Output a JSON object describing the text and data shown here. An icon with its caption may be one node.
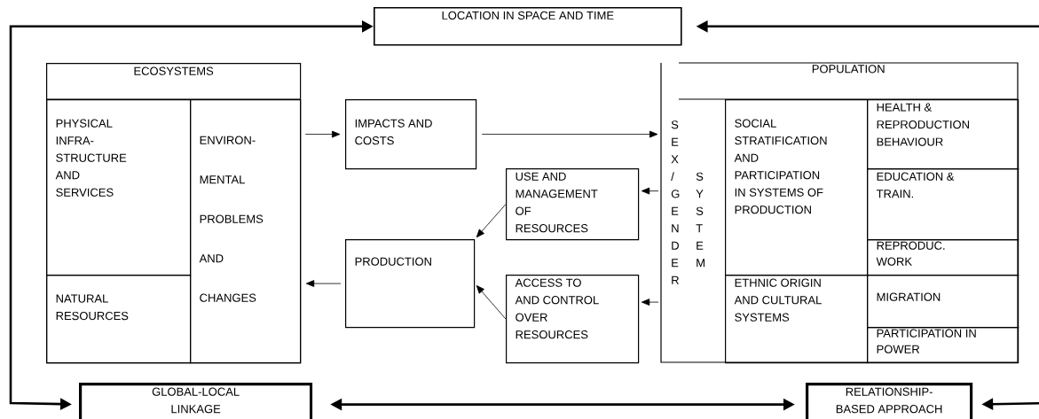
{
  "diagram": {
    "nodes": [
      {
        "text": [
          "LOCATION IN SPACE AND TIME"
        ]
      },
      {
        "text": [
          "ECOSYSTEMS"
        ]
      },
      {
        "text": [
          "PHYSICAL INFRA-STRUCTURE AND SERVICES"
        ],
        "in": 1
      },
      {
        "text": [
          "NATURAL RESOURCES"
        ],
        "in": 1
      },
      {
        "text": [
          "ENVIRON-MENTAL PROBLEMS AND CHANGES"
        ],
        "in": 1
      },
      {
        "text": [
          "IMPACTS AND COSTS"
        ]
      },
      {
        "text": [
          "USE AND MANAGEMENT OF RESOURCES"
        ]
      },
      {
        "text": [
          "PRODUCTION"
        ]
      },
      {
        "text": [
          "ACCESS TO AND CONTROL OVER RESOURCES"
        ]
      },
      {
        "text": [
          "POPULATION"
        ]
      },
      {
        "text": [
          "SEX / GENDER",
          "SYSTEM"
        ],
        "in": 9
      },
      {
        "text": [
          "SOCIAL STRATIFICATION AND PARTICIPATION IN SYSTEMS OF PRODUCTION"
        ],
        "in": 9
      },
      {
        "text": [
          "ETHNIC ORIGIN AND CULTURAL SYSTEMS"
        ],
        "in": 9
      },
      {
        "text": [
          "HEALTH & REPRODUCTION BEHAVIOUR"
        ],
        "in": 9
      },
      {
        "text": [
          "EDUCATION & TRAIN."
        ],
        "in": 9
      },
      {
        "text": [
          "REPRODUC. WORK"
        ],
        "in": 9
      },
      {
        "text": [
          "MIGRATION"
        ],
        "in": 9
      },
      {
        "text": [
          "PARTICIPATION IN POWER"
        ],
        "in": 9
      },
      {
        "text": [
          "GLOBAL-LOCAL LINKAGE"
        ]
      },
      {
        "text": [
          "RELATIONSHIP-BASED APPROACH"
        ]
      }
    ],
    "edges": [
      {
        "from": 0,
        "to": 18,
        "arrow": "both",
        "style": "thick"
      },
      {
        "from": 0,
        "to": 19,
        "arrow": "both",
        "style": "thick"
      },
      {
        "from": 18,
        "to": 19,
        "arrow": "both",
        "style": "thick"
      },
      {
        "from": 4,
        "to": 5,
        "arrow": "to"
      },
      {
        "from": 5,
        "to": 10,
        "arrow": "to"
      },
      {
        "from": 10,
        "to": 6,
        "arrow": "to"
      },
      {
        "from": 10,
        "to": 8,
        "arrow": "to"
      },
      {
        "from": 6,
        "to": 7,
        "arrow": "to"
      },
      {
        "from": 8,
        "to": 7,
        "arrow": "to"
      },
      {
        "from": 7,
        "to": 4,
        "arrow": "to"
      }
    ]
  }
}
